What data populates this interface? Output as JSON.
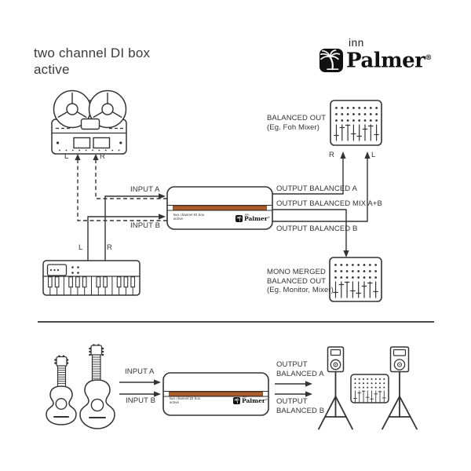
{
  "header": {
    "title_line1": "two channel DI box",
    "title_line2": "active",
    "brand_sub": "inn",
    "brand_name": "Palmer",
    "brand_reg": "®"
  },
  "colors": {
    "line": "#333333",
    "stripe": "#ad5c2c",
    "brand_black": "#111111"
  },
  "di_box": {
    "label_line1": "two channel DI box",
    "label_line2": "active",
    "brand_sub": "inn",
    "brand_name": "Palmer"
  },
  "top": {
    "recorder_l": "L",
    "recorder_r": "R",
    "synth_l": "L",
    "synth_r": "R",
    "input_a": "INPUT A",
    "input_b": "INPUT B",
    "balanced_out_line1": "BALANCED OUT",
    "balanced_out_line2": "(Eg. Foh Mixer)",
    "foh_r": "R",
    "foh_l": "L",
    "output_a": "OUTPUT BALANCED A",
    "output_mix": "OUTPUT BALANCED MIX A+B",
    "output_b": "OUTPUT BALANCED B",
    "mono_line1": "MONO MERGED",
    "mono_line2": "BALANCED OUT",
    "mono_line3": "(Eg. Monitor, Mixer)"
  },
  "bottom": {
    "input_a": "INPUT A",
    "input_b": "INPUT B",
    "output_a_line1": "OUTPUT",
    "output_a_line2": "BALANCED A",
    "output_b_line1": "OUTPUT",
    "output_b_line2": "BALANCED B"
  }
}
